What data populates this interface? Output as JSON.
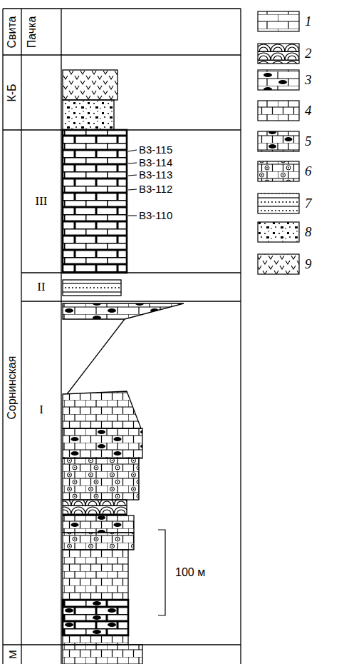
{
  "diagram": {
    "nodes": [
      {
        "text": [
          "Свита"
        ]
      },
      {
        "text": [
          "Пачка"
        ]
      },
      {
        "text": [
          "К-Б"
        ]
      },
      {
        "text": [
          "Сорнинская"
        ]
      },
      {
        "text": [
          "М"
        ]
      },
      {
        "text": [
          "III"
        ]
      },
      {
        "text": [
          "II"
        ]
      },
      {
        "text": [
          "I"
        ]
      }
    ],
    "labels": [
      "В3-115",
      "В3-114",
      "В3-113",
      "В3-112",
      "В3-110",
      "100 м"
    ],
    "legend": [
      {
        "text": "1"
      },
      {
        "text": "2"
      },
      {
        "text": "3"
      },
      {
        "text": "4"
      },
      {
        "text": "5"
      },
      {
        "text": "6"
      },
      {
        "text": "7"
      },
      {
        "text": "8"
      },
      {
        "text": "9"
      }
    ]
  }
}
